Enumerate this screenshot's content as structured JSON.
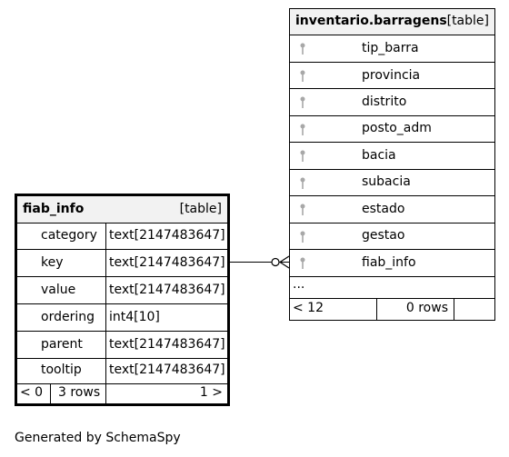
{
  "tables": {
    "fiab_info": {
      "name": "fiab_info",
      "type": "[table]",
      "columns": [
        {
          "name": "category",
          "type": "text[2147483647]"
        },
        {
          "name": "key",
          "type": "text[2147483647]"
        },
        {
          "name": "value",
          "type": "text[2147483647]"
        },
        {
          "name": "ordering",
          "type": "int4[10]"
        },
        {
          "name": "parent",
          "type": "text[2147483647]"
        },
        {
          "name": "tooltip",
          "type": "text[2147483647]"
        }
      ],
      "footer": {
        "left": "< 0",
        "rows": "3 rows",
        "right": "1 >"
      }
    },
    "barragens": {
      "name": "inventario.barragens",
      "type": "[table]",
      "columns": [
        {
          "name": "tip_barra"
        },
        {
          "name": "provincia"
        },
        {
          "name": "distrito"
        },
        {
          "name": "posto_adm"
        },
        {
          "name": "bacia"
        },
        {
          "name": "subacia"
        },
        {
          "name": "estado"
        },
        {
          "name": "gestao"
        },
        {
          "name": "fiab_info"
        }
      ],
      "ellipsis": "...",
      "footer": {
        "left": "< 12",
        "rows": "0 rows",
        "right": ""
      }
    }
  },
  "caption": "Generated by SchemaSpy",
  "colors": {
    "header_bg": "#f2f2f2",
    "border": "#000000",
    "key_icon": "#a8a8a8"
  }
}
